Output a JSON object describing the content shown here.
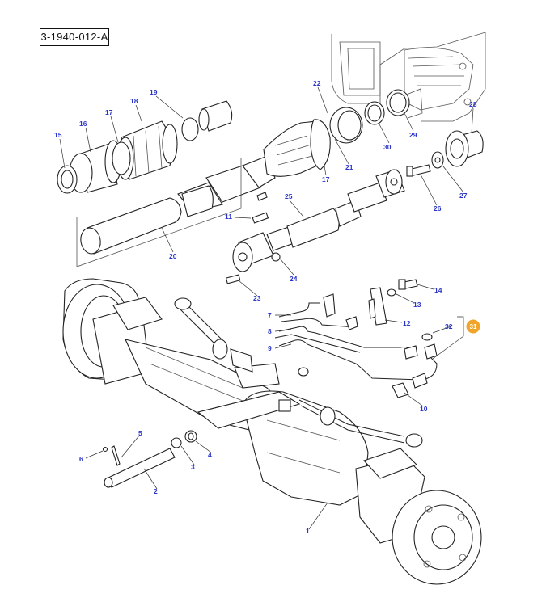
{
  "diagram": {
    "reference": "3-1940-012-A",
    "highlight_color": "#f0a52a",
    "callout_color": "#2b36c8",
    "callouts": [
      "1",
      "2",
      "3",
      "4",
      "5",
      "6",
      "7",
      "8",
      "9",
      "10",
      "11",
      "12",
      "13",
      "14",
      "15",
      "16",
      "17",
      "18",
      "19",
      "20",
      "21",
      "22",
      "23",
      "24",
      "25",
      "26",
      "27",
      "28",
      "29",
      "30",
      "31",
      "32",
      "17"
    ],
    "highlighted_callout": "31"
  }
}
